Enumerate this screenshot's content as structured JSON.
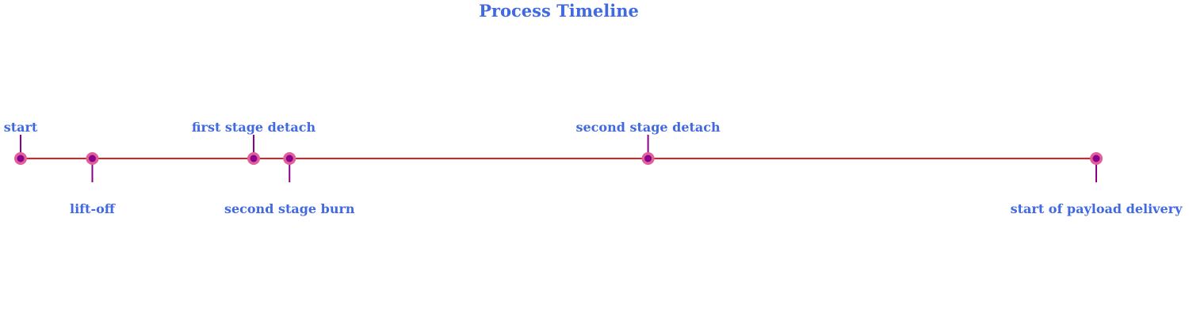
{
  "title": "Process Timeline",
  "colors": {
    "text": "#4169e1",
    "axis_line": "#e02020",
    "stem": "#8b008b",
    "marker_outer": "#e0609a",
    "marker_inner": "#8b008b"
  },
  "chart_data": {
    "type": "timeline",
    "title": "Process Timeline",
    "xlim": [
      -0.5,
      30.25
    ],
    "events": [
      {
        "label": "start",
        "x": 0,
        "side": "above"
      },
      {
        "label": "lift-off",
        "x": 2,
        "side": "below"
      },
      {
        "label": "first stage detach",
        "x": 6.5,
        "side": "above"
      },
      {
        "label": "second stage burn",
        "x": 7.5,
        "side": "below"
      },
      {
        "label": "second stage detach",
        "x": 17.5,
        "side": "above"
      },
      {
        "label": "start of payload delivery",
        "x": 30,
        "side": "below"
      }
    ]
  }
}
